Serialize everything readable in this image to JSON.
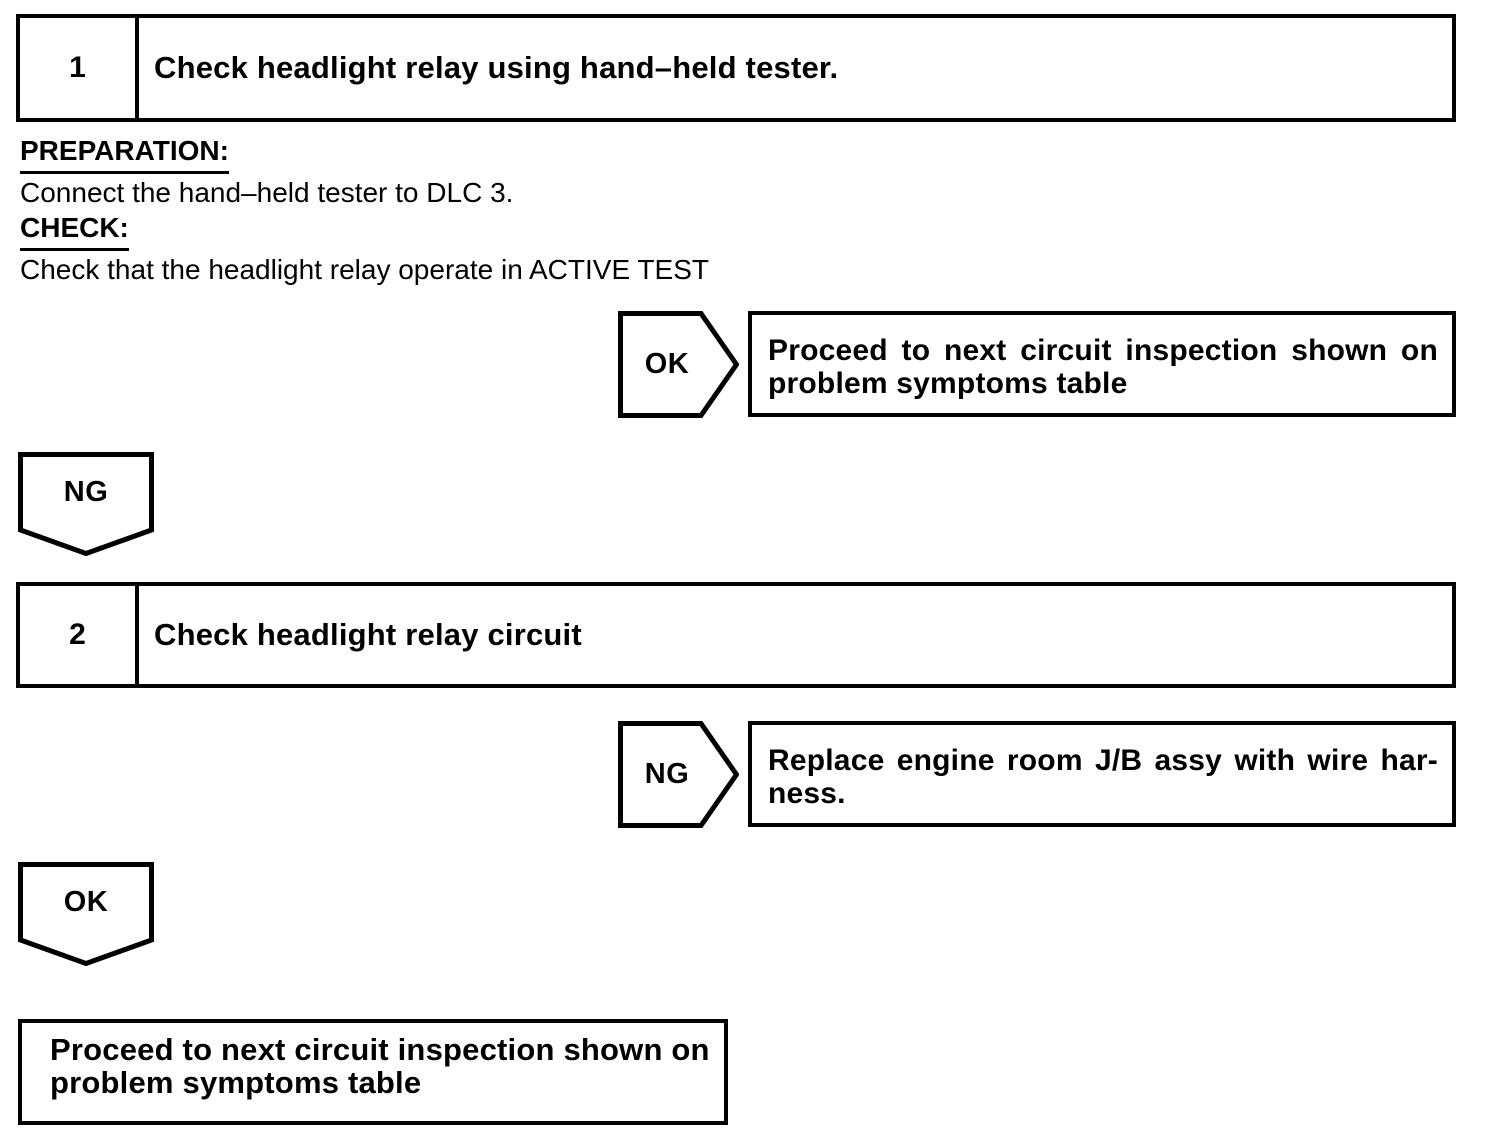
{
  "palette": {
    "ink": "#000000",
    "paper": "#ffffff"
  },
  "steps": [
    {
      "number": "1",
      "title": "Check headlight relay using hand–held tester."
    },
    {
      "number": "2",
      "title": "Check headlight relay circuit"
    }
  ],
  "details": {
    "preparation_label": "PREPARATION:",
    "preparation_text": "Connect the hand–held tester to DLC 3.",
    "check_label": "CHECK:",
    "check_text": "Check that the headlight relay operate in ACTIVE TEST"
  },
  "connectors": {
    "step1_ok": "OK",
    "step1_ng": "NG",
    "step2_ng": "NG",
    "step2_ok": "OK"
  },
  "outcomes": {
    "step1_ok": {
      "line1": "Proceed to next circuit inspection shown on",
      "line2": "problem symptoms table"
    },
    "step2_ng": {
      "line1": "Replace engine room J/B assy with wire har-",
      "line2": "ness."
    },
    "step2_ok": {
      "line1": "Proceed to next circuit inspection shown on",
      "line2": "problem symptoms table"
    }
  }
}
